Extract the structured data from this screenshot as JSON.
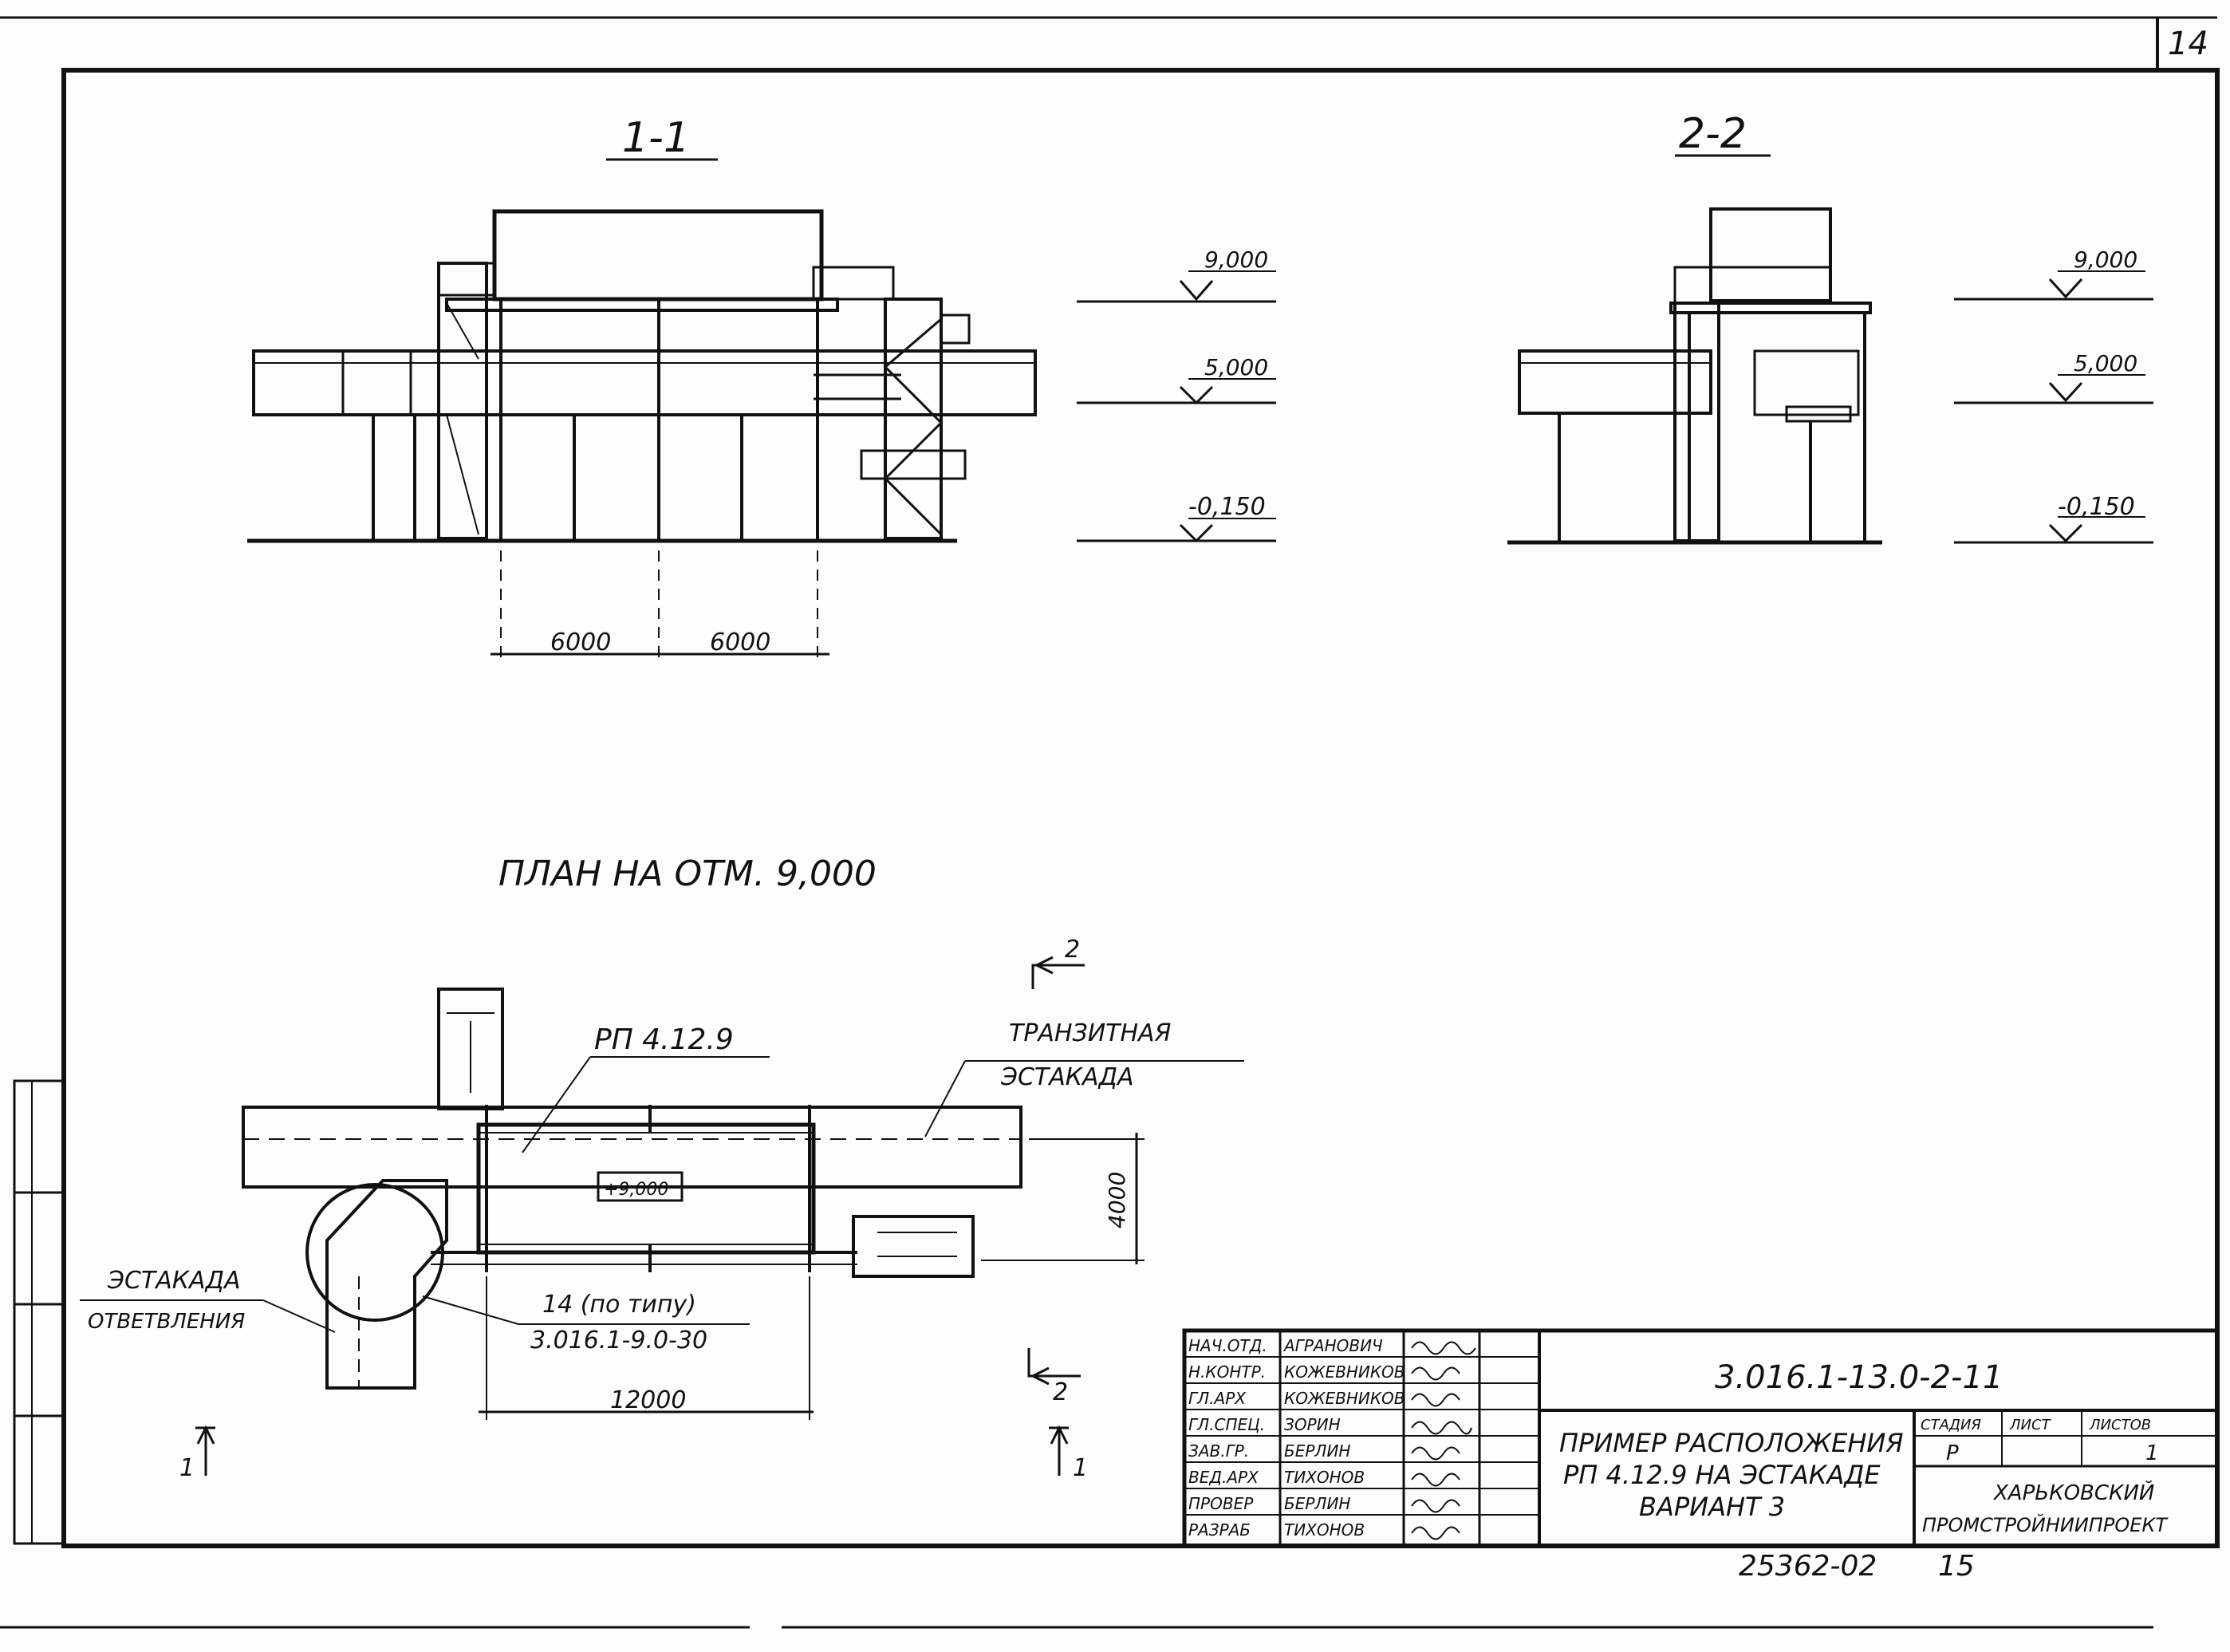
{
  "sheet_number": "14",
  "sections": {
    "s11": {
      "title": "1-1",
      "dim_left": "6000",
      "dim_right": "6000"
    },
    "s22": {
      "title": "2-2"
    }
  },
  "levels": {
    "top": "9,000",
    "mid": "5,000",
    "bottom": "-0,150"
  },
  "plan": {
    "title": "ПЛАН НА ОТМ. 9,000",
    "platform_label": "РП 4.12.9",
    "transit_line1": "ТРАНЗИТНАЯ",
    "transit_line2": "ЭСТАКАДА",
    "branch_line1": "ЭСТАКАДА",
    "branch_line2": "ОТВЕТВЛЕНИЯ",
    "node_label1": "14 (по типу)",
    "node_label2": "3.016.1-9.0-30",
    "elevation_tag": "+9,000",
    "dim_width": "4000",
    "dim_length": "12000",
    "cut_mark": "2",
    "cut_mark_bottom": "1"
  },
  "stamp": {
    "roles": [
      "НАЧ.ОТД.",
      "Н.КОНТР.",
      "ГЛ.АРХ",
      "ГЛ.СПЕЦ.",
      "ЗАВ.ГР.",
      "ВЕД.АРХ",
      "ПРОВЕР",
      "РАЗРАБ"
    ],
    "names": [
      "АГРАНОВИЧ",
      "КОЖЕВНИКОВ",
      "КОЖЕВНИКОВ",
      "ЗОРИН",
      "БЕРЛИН",
      "ТИХОНОВ",
      "БЕРЛИН",
      "ТИХОНОВ"
    ],
    "doc_code": "3.016.1-13.0-2-11",
    "title_line1": "ПРИМЕР РАСПОЛОЖЕНИЯ",
    "title_line2": "РП 4.12.9 НА ЭСТАКАДЕ",
    "title_line3": "ВАРИАНТ 3",
    "stage_header": "СТАДИЯ",
    "sheet_header": "ЛИСТ",
    "sheets_header": "ЛИСТОВ",
    "stage_value": "Р",
    "sheets_value": "1",
    "org_line1": "ХАРЬКОВСКИЙ",
    "org_line2": "ПРОМСТРОЙНИИПРОЕКТ"
  },
  "archive_number": "25362-02",
  "page_number": "15"
}
